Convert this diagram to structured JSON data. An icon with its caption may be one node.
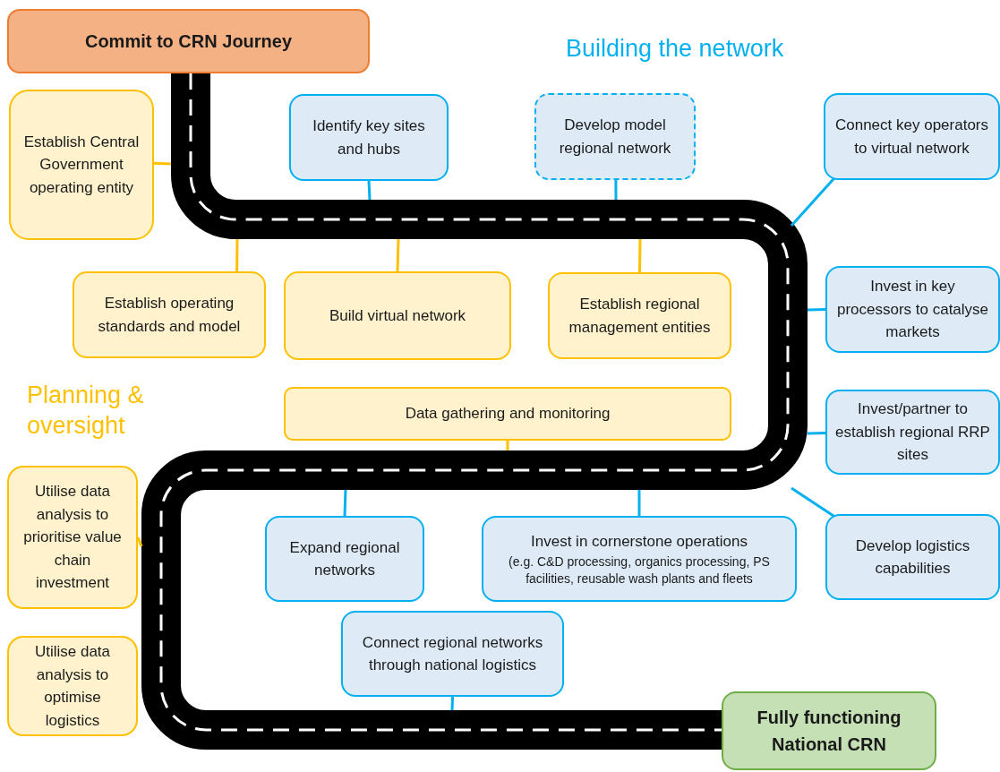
{
  "diagram": {
    "nodes": [
      {
        "text": [
          "Commit to CRN Journey"
        ]
      },
      {
        "text": [
          "Establish Central Government operating entity"
        ]
      },
      {
        "text": [
          "Identify key sites and hubs"
        ]
      },
      {
        "text": [
          "Develop model regional network"
        ]
      },
      {
        "text": [
          "Connect key operators to virtual network"
        ]
      },
      {
        "text": [
          "Establish operating standards and model"
        ]
      },
      {
        "text": [
          "Build virtual network"
        ]
      },
      {
        "text": [
          "Establish regional management entities"
        ]
      },
      {
        "text": [
          "Invest in key processors to catalyse markets"
        ]
      },
      {
        "text": [
          "Data gathering and monitoring"
        ]
      },
      {
        "text": [
          "Invest/partner to establish regional RRP sites"
        ]
      },
      {
        "text": [
          "Utilise data analysis to prioritise value chain investment"
        ]
      },
      {
        "text": [
          "Expand regional networks"
        ]
      },
      {
        "text": [
          "Invest in cornerstone operations",
          "(e.g.  C&D processing, organics processing, PS facilities, reusable wash plants and fleets"
        ]
      },
      {
        "text": [
          "Develop logistics capabilities"
        ]
      },
      {
        "text": [
          "Utilise data analysis to optimise logistics"
        ]
      },
      {
        "text": [
          "Connect regional networks through national logistics"
        ]
      },
      {
        "text": [
          "Fully functioning National CRN"
        ]
      }
    ],
    "edges": [
      {
        "from": 0,
        "to": 17,
        "arrow": "none",
        "style": "thick",
        "color": "#000000"
      },
      {
        "from": 1,
        "to": null,
        "arrow": "none",
        "color": "#ffc000"
      },
      {
        "from": 2,
        "to": null,
        "arrow": "none"
      },
      {
        "from": 3,
        "to": null,
        "arrow": "none"
      },
      {
        "from": 4,
        "to": null,
        "arrow": "none"
      },
      {
        "from": 5,
        "to": null,
        "arrow": "none",
        "color": "#ffc000"
      },
      {
        "from": 6,
        "to": null,
        "arrow": "none",
        "color": "#ffc000"
      },
      {
        "from": 7,
        "to": null,
        "arrow": "none",
        "color": "#ffc000"
      },
      {
        "from": 8,
        "to": null,
        "arrow": "none"
      },
      {
        "from": 9,
        "to": null,
        "arrow": "none",
        "color": "#ffc000"
      },
      {
        "from": 10,
        "to": null,
        "arrow": "none"
      },
      {
        "from": 11,
        "to": null,
        "arrow": "none",
        "color": "#ffc000"
      },
      {
        "from": 12,
        "to": null,
        "arrow": "none"
      },
      {
        "from": 13,
        "to": null,
        "arrow": "none"
      },
      {
        "from": 14,
        "to": null,
        "arrow": "none"
      },
      {
        "from": 16,
        "to": null,
        "arrow": "none"
      }
    ],
    "labels": [
      "Building the network",
      "Planning & oversight"
    ]
  }
}
